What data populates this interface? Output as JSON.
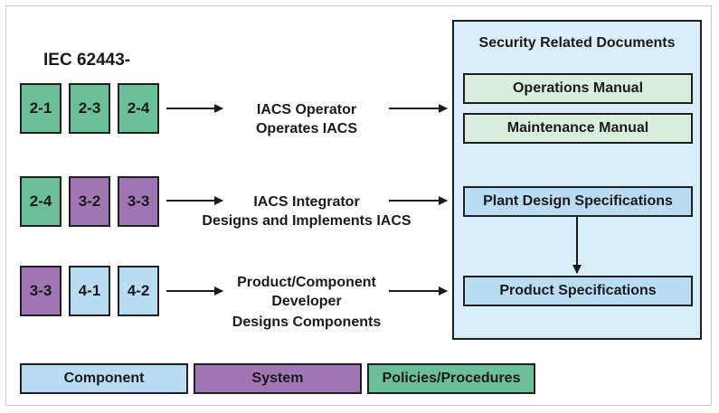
{
  "standard_prefix": "IEC 62443-",
  "rows": [
    {
      "parts": [
        {
          "label": "2-1",
          "category": "policies"
        },
        {
          "label": "2-3",
          "category": "policies"
        },
        {
          "label": "2-4",
          "category": "policies"
        }
      ],
      "role_lines": [
        "IACS Operator",
        "Operates IACS"
      ]
    },
    {
      "parts": [
        {
          "label": "2-4",
          "category": "policies"
        },
        {
          "label": "3-2",
          "category": "system"
        },
        {
          "label": "3-3",
          "category": "system"
        }
      ],
      "role_lines": [
        "IACS Integrator",
        "Designs and Implements IACS"
      ]
    },
    {
      "parts": [
        {
          "label": "3-3",
          "category": "system"
        },
        {
          "label": "4-1",
          "category": "component"
        },
        {
          "label": "4-2",
          "category": "component"
        }
      ],
      "role_lines": [
        "Product/Component",
        "Developer",
        "Designs Components"
      ]
    }
  ],
  "documents": {
    "title": "Security Related Documents",
    "items": [
      "Operations Manual",
      "Maintenance Manual",
      "Plant Design Specifications",
      "Product Specifications"
    ]
  },
  "legend": {
    "component": "Component",
    "system": "System",
    "policies": "Policies/Procedures"
  },
  "colors": {
    "policies": "#6cbf98",
    "system": "#a077b4",
    "component": "#b9dcf2",
    "docs_panel": "#daeefa",
    "doc_green": "#d8eede"
  }
}
